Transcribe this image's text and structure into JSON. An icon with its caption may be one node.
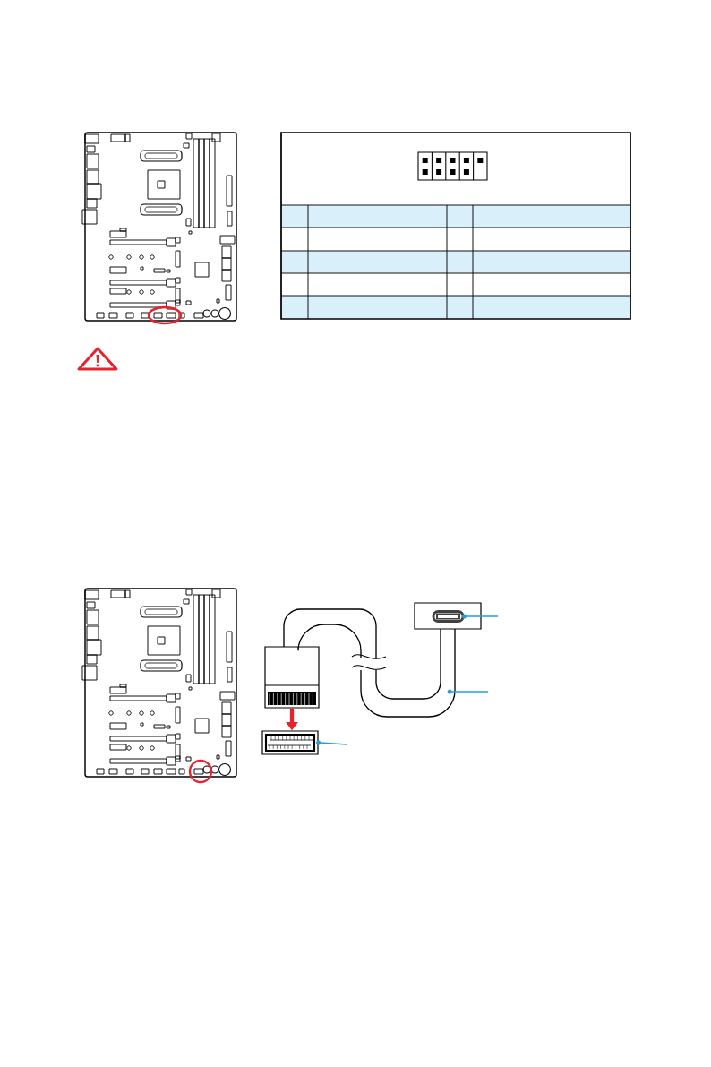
{
  "diagram": {
    "nodes": [
      {
        "text": [],
        "shape": "box"
      },
      {
        "text": [],
        "shape": "port"
      },
      {
        "text": [],
        "shape": "cable"
      },
      {
        "text": [],
        "shape": "box"
      }
    ],
    "edges": [
      {
        "from": 0,
        "to": 3,
        "arrow": "to",
        "style": "thick",
        "color": "#e8222a"
      },
      {
        "from": null,
        "to": 1,
        "arrow": "none"
      },
      {
        "from": null,
        "to": 2,
        "arrow": "none"
      },
      {
        "from": null,
        "to": 3,
        "arrow": "none"
      }
    ]
  }
}
